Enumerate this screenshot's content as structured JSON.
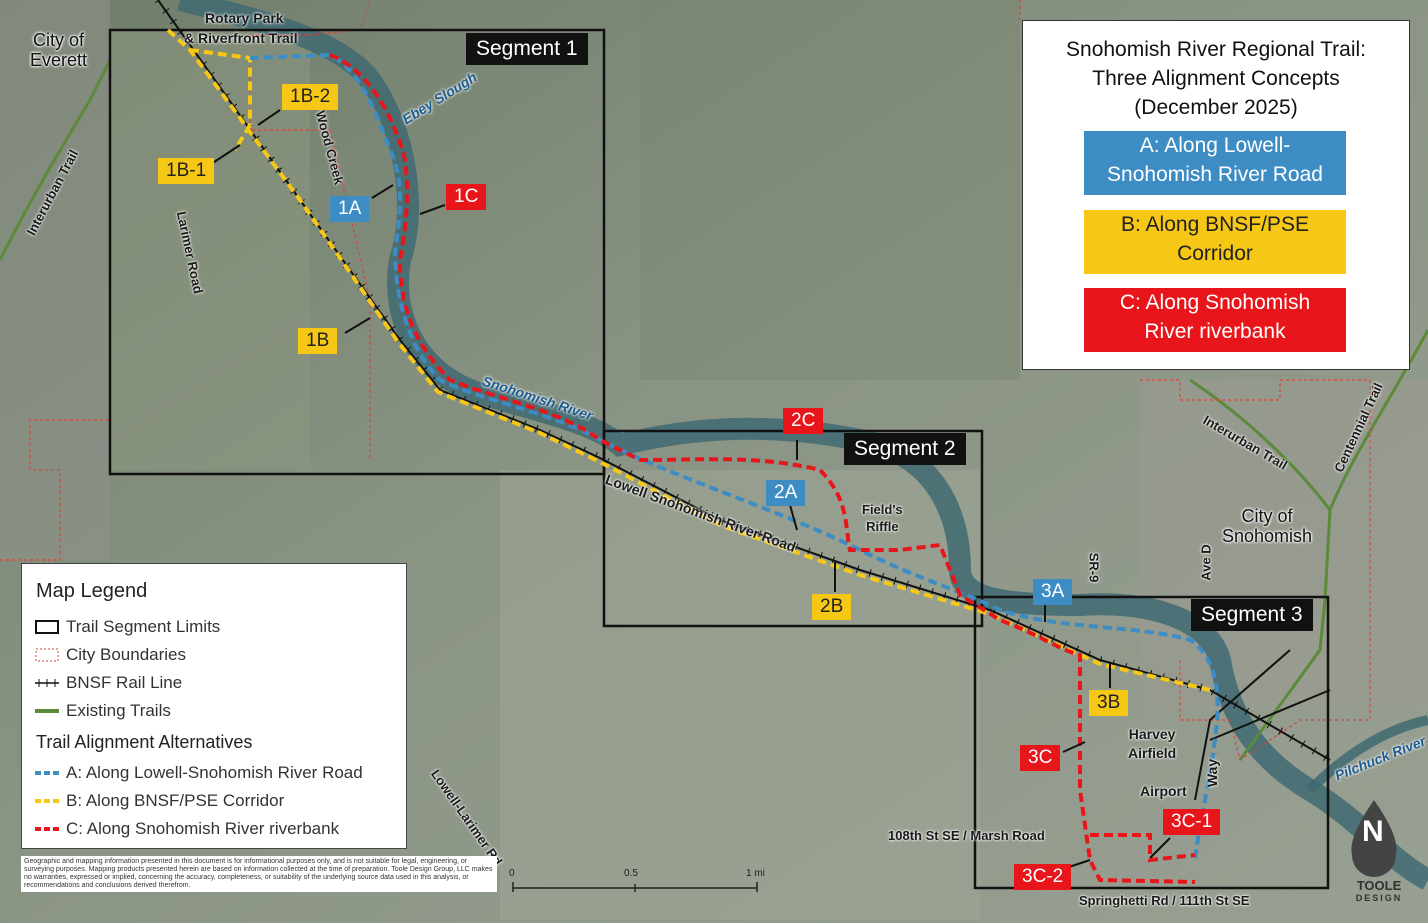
{
  "map": {
    "labels": {
      "city_everett": "City of\nEverett",
      "rotary_park": "Rotary Park",
      "riverfront_trail": "& Riverfront Trail",
      "ebey_slough": "Ebey Slough",
      "wood_creek": "Wood Creek",
      "larimer_road": "Larimer Road",
      "interurban_trail_west": "Interurban Trail",
      "snohomish_river": "Snohomish River",
      "lowell_snohomish_river_road": "Lowell Snohomish River Road",
      "fields_riffle": "Field's\nRiffle",
      "interurban_trail_east": "Interurban Trail",
      "centennial_trail": "Centennial Trail",
      "city_snohomish": "City of\nSnohomish",
      "sr9": "SR-9",
      "ave_d": "Ave D",
      "harvey_airfield": "Harvey\nAirfield",
      "airport": "Airport",
      "way": "Way",
      "pilchuck_river": "Pilchuck River",
      "lowell_larimer_rd": "Lowell-Larimer Rd",
      "marsh_road": "108th St SE / Marsh Road",
      "springhetti_rd": "Springhetti Rd / 111th St SE"
    },
    "segments": [
      "Segment 1",
      "Segment 2",
      "Segment 3"
    ],
    "tags": {
      "t1b2": "1B-2",
      "t1b1": "1B-1",
      "t1a": "1A",
      "t1c": "1C",
      "t1b": "1B",
      "t2c": "2C",
      "t2a": "2A",
      "t2b": "2B",
      "t3a": "3A",
      "t3b": "3B",
      "t3c": "3C",
      "t3c1": "3C-1",
      "t3c2": "3C-2"
    },
    "scale": {
      "s0": "0",
      "s05": "0.5",
      "s1": "1 mi"
    },
    "north": "N"
  },
  "title_box": {
    "title": "Snohomish River Regional Trail:\nThree Alignment Concepts\n(December 2025)",
    "option_a": "A: Along Lowell-\nSnohomish River Road",
    "option_b": "B: Along BNSF/PSE\nCorridor",
    "option_c": "C: Along Snohomish\nRiver riverbank"
  },
  "legend": {
    "title": "Map Legend",
    "items": [
      "Trail Segment Limits",
      "City Boundaries",
      "BNSF Rail Line",
      "Existing Trails"
    ],
    "alt_title": "Trail Alignment Alternatives",
    "alts": [
      "A: Along Lowell-Snohomish River Road",
      "B: Along BNSF/PSE Corridor",
      "C: Along Snohomish River riverbank"
    ]
  },
  "disclaimer": "Geographic and mapping information presented in this document is for informational purposes only, and is not suitable for legal, engineering, or surveying purposes. Mapping products presented herein are based on information collected at the time of preparation. Toole Design Group, LLC makes no warranties, expressed or implied, concerning the accuracy, completeness, or suitability of the underlying source data used in this analysis, or recommendations and conclusions derived therefrom.",
  "logo": {
    "name": "TOOLE",
    "sub": "DESIGN"
  },
  "colors": {
    "alt_a": "#3d8dc4",
    "alt_b": "#f6c714",
    "alt_c": "#e8151b",
    "trail": "#5a8a3a",
    "city_boundary": "#d9443a",
    "river": "#3f6a72"
  }
}
